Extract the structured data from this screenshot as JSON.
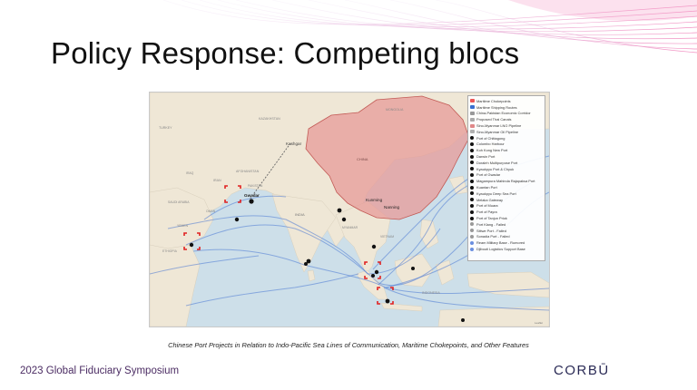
{
  "slide": {
    "title": "Policy Response: Competing blocs",
    "caption": "Chinese Port Projects in Relation to Indo-Pacific Sea Lines of Communication, Maritime Chokepoints, and Other Features",
    "footer": "2023 Global Fiduciary Symposium",
    "brand": "CORBŪ"
  },
  "map": {
    "labels": {
      "kashgar": "Kashgar",
      "gwadar": "Gwadar",
      "kunming": "Kunming",
      "nanning": "Nanning",
      "china": "CHINA",
      "india": "INDIA",
      "iran": "IRAN",
      "afghanistan": "AFGHANISTAN",
      "pakistan": "PAKISTAN",
      "iraq": "IRAQ",
      "saudi": "SAUDI ARABIA",
      "yemen": "YEMEN",
      "oman": "OMAN",
      "ethiopia": "ETHIOPIA",
      "kazakhstan": "KAZAKHSTAN",
      "mongolia": "MONGOLIA",
      "turkey": "TURKEY",
      "myanmar": "MYANMAR",
      "vietnam": "VIETNAM",
      "indonesia": "INDONESIA",
      "attribution": "Leaflet"
    },
    "legend": [
      {
        "label": "Maritime Chokepoints",
        "swatch": "#e55"
      },
      {
        "label": "Maritime Shipping Routes",
        "swatch": "#3a6fd0"
      },
      {
        "label": "China-Pakistan Economic Corridor",
        "swatch": "#999"
      },
      {
        "label": "Proposed Thai Canals",
        "swatch": "#aaa"
      },
      {
        "label": "Sino-Myanmar LNG Pipeline",
        "swatch": "#e08888"
      },
      {
        "label": "Sino-Myanmar Oil Pipeline",
        "swatch": "#b0b0b0"
      },
      {
        "label": "Port of Chittagong",
        "dot": "#111"
      },
      {
        "label": "Colombo Harbour",
        "dot": "#111"
      },
      {
        "label": "Koh Kong New Port",
        "dot": "#111"
      },
      {
        "label": "Darwin Port",
        "dot": "#111"
      },
      {
        "label": "Doraleh Multipurpose Port",
        "dot": "#111"
      },
      {
        "label": "Kyaukpyu Port & Chyuk",
        "dot": "#111"
      },
      {
        "label": "Port of Gwadar",
        "dot": "#111"
      },
      {
        "label": "Magampura Mahinda Rajapaksa Port",
        "dot": "#111"
      },
      {
        "label": "Kuantan Port",
        "dot": "#111"
      },
      {
        "label": "Kyaukpyu Deep Sea Port",
        "dot": "#111"
      },
      {
        "label": "Melaka Gateway",
        "dot": "#111"
      },
      {
        "label": "Port of Muara",
        "dot": "#111"
      },
      {
        "label": "Port of Payra",
        "dot": "#111"
      },
      {
        "label": "Port of Tanjun Priok",
        "dot": "#111"
      },
      {
        "label": "Port Klang - Failed",
        "dot": "#999"
      },
      {
        "label": "Sittwe Port - Failed",
        "dot": "#999"
      },
      {
        "label": "Sonadia Port - Failed",
        "dot": "#999"
      },
      {
        "label": "Ream Military Base - Rumored",
        "dot": "#6a8fe0"
      },
      {
        "label": "Djibouti Logistics Support Base",
        "dot": "#6a8fe0"
      }
    ]
  }
}
